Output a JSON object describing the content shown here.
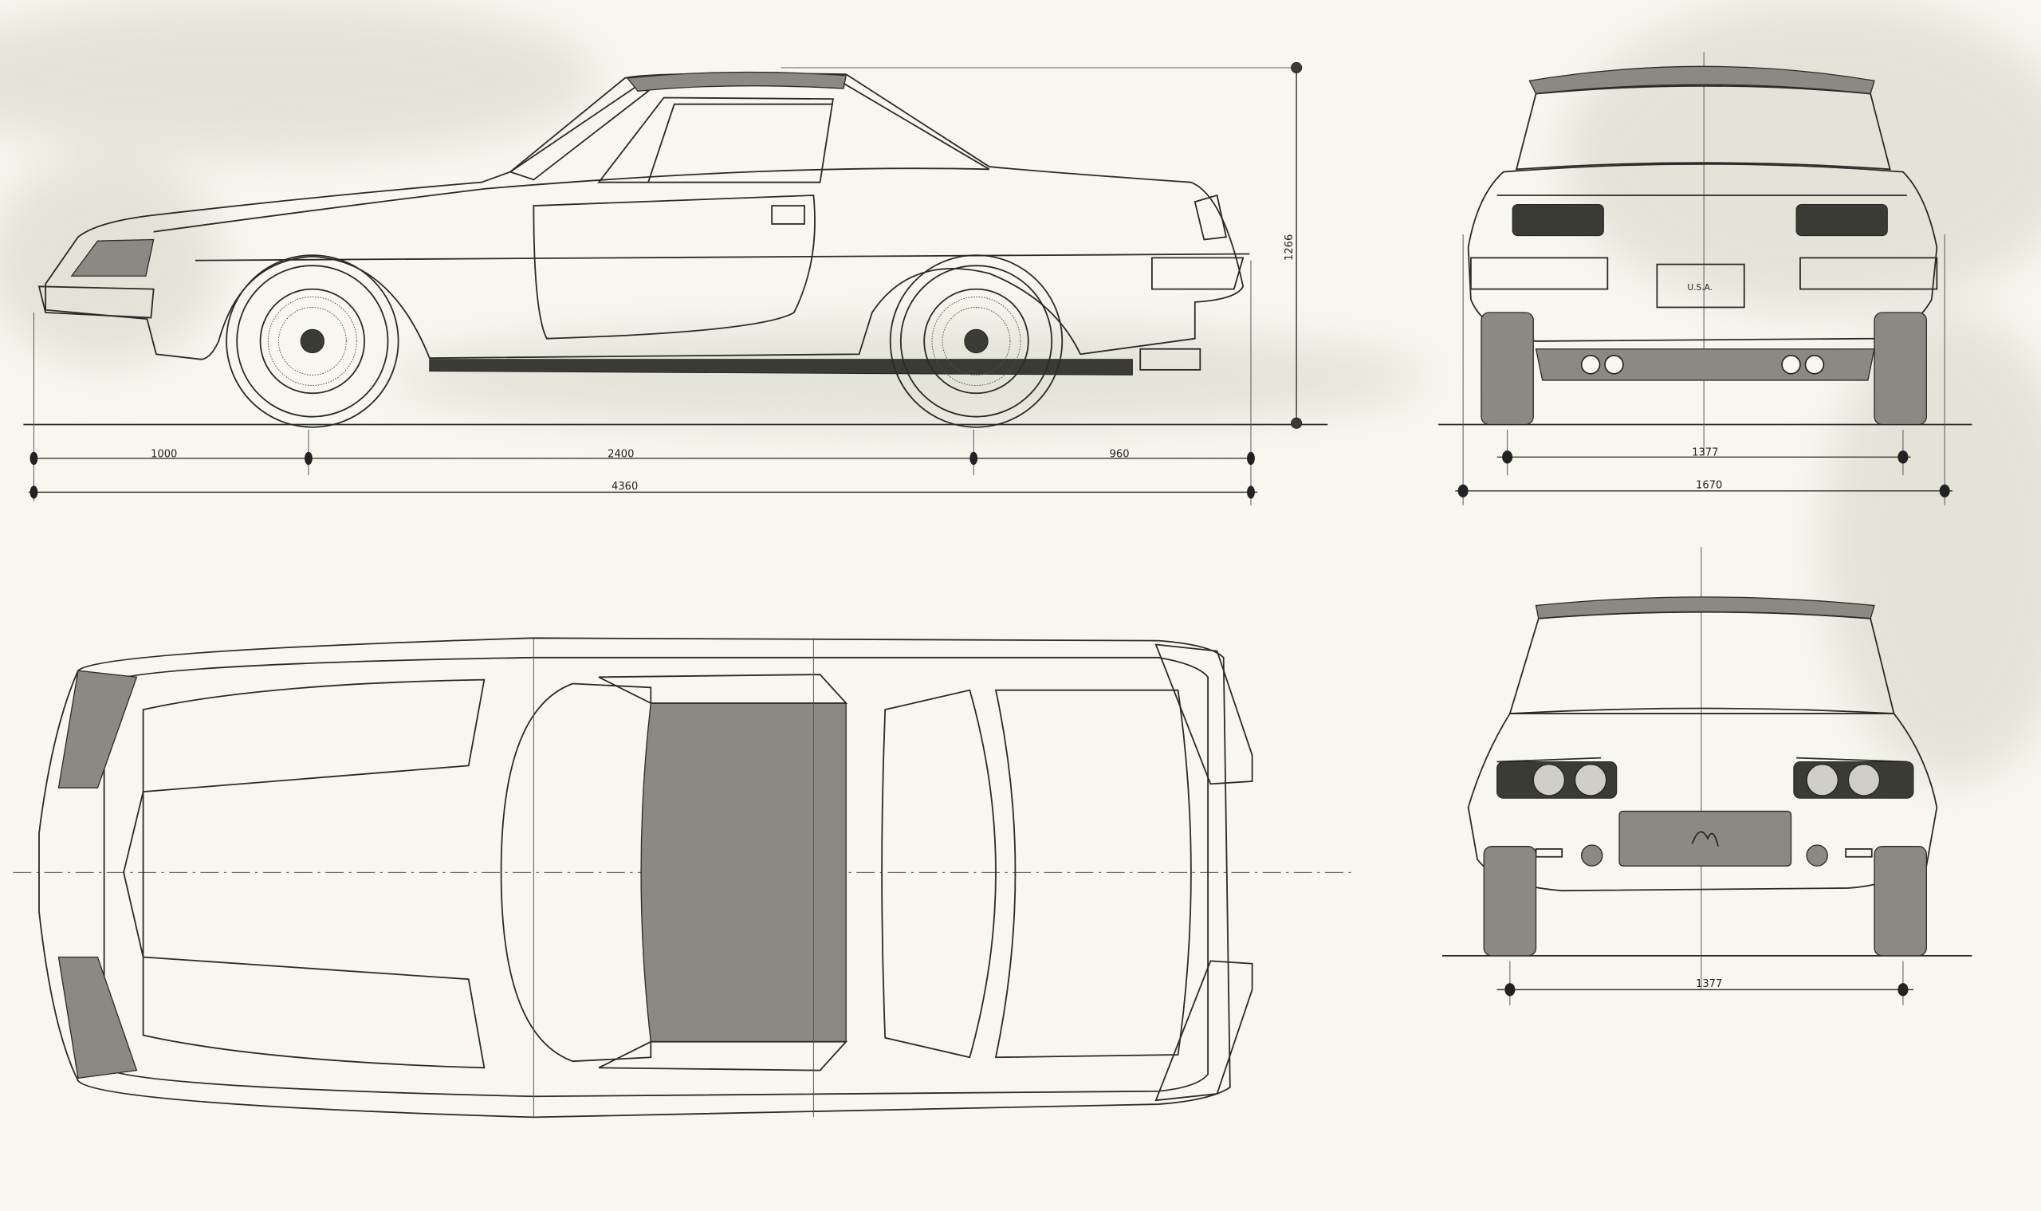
{
  "drawing": {
    "side_view": {
      "dimensions": {
        "front_overhang": "1000",
        "wheelbase": "2400",
        "rear_overhang": "960",
        "overall_length": "4360",
        "height": "1266"
      }
    },
    "rear_view": {
      "plate_text": "U.S.A.",
      "dimensions": {
        "track": "1377",
        "overall_width": "1670"
      }
    },
    "front_view": {
      "dimensions": {
        "track": "1377"
      }
    }
  },
  "colors": {
    "paper": "#f8f7ef",
    "ink": "#2a2a26",
    "smudge": "#e4e3d8"
  }
}
